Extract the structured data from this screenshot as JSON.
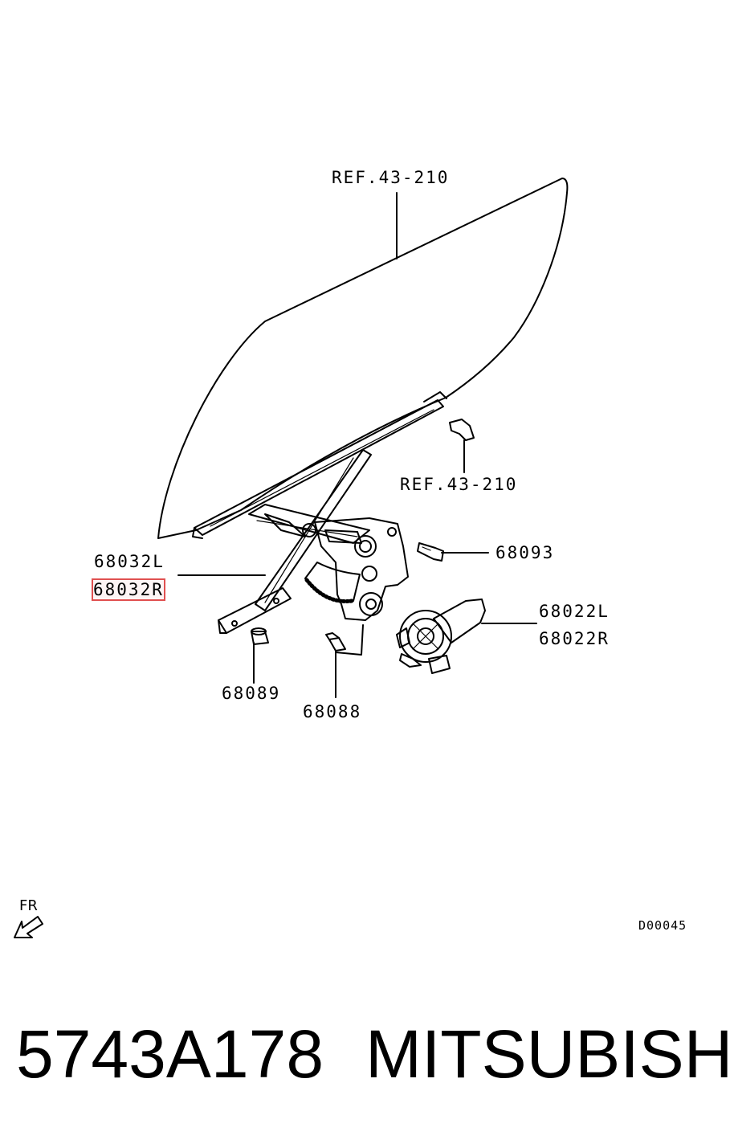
{
  "callouts": {
    "ref_glass": "REF.43-210",
    "ref_clip": "REF.43-210",
    "regulator_l": "68032L",
    "regulator_r": "68032R",
    "bolt": "68093",
    "motor_l": "68022L",
    "motor_r": "68022R",
    "grommet": "68089",
    "screw": "68088"
  },
  "diagram_code": "D00045",
  "front_marker": "FR",
  "footer": {
    "part_number": "5743A178",
    "brand": "MITSUBISHI"
  },
  "colors": {
    "highlight": "#e05050",
    "line": "#000000"
  }
}
